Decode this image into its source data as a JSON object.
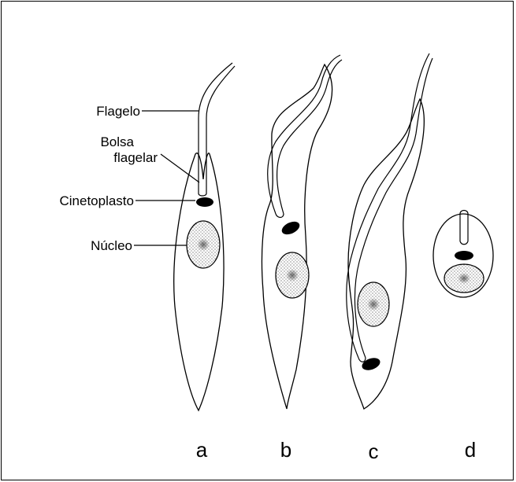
{
  "labels": {
    "flagelo": "Flagelo",
    "bolsa_line1": "Bolsa",
    "bolsa_line2": "flagelar",
    "cinetoplasto": "Cinetoplasto",
    "nucleo": "Núcleo"
  },
  "forms": [
    {
      "letter": "a"
    },
    {
      "letter": "b"
    },
    {
      "letter": "c"
    },
    {
      "letter": "d"
    }
  ],
  "colors": {
    "stroke": "#000000",
    "background": "#ffffff",
    "kinetoplast_fill": "#000000"
  }
}
